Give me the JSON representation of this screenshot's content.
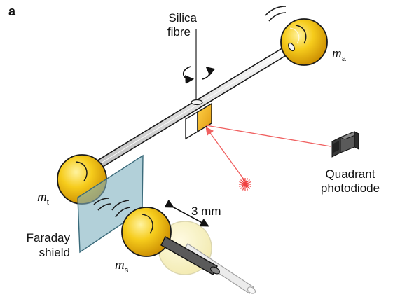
{
  "panel_label": "a",
  "labels": {
    "silica_line1": "Silica",
    "silica_line2": "fibre",
    "quadrant_line1": "Quadrant",
    "quadrant_line2": "photodiode",
    "faraday_line1": "Faraday",
    "faraday_line2": "shield",
    "distance": "3 mm",
    "mass_a_base": "m",
    "mass_a_sub": "a",
    "mass_t_base": "m",
    "mass_t_sub": "t",
    "mass_s_base": "m",
    "mass_s_sub": "s"
  },
  "colors": {
    "gold_light": "#fff3a0",
    "gold": "#f6cc1c",
    "gold_dark": "#c98a00",
    "laser": "#f06060",
    "shield": "#7fb0bf",
    "bar": "#e6e6e6",
    "outline": "#1a1a1a"
  }
}
